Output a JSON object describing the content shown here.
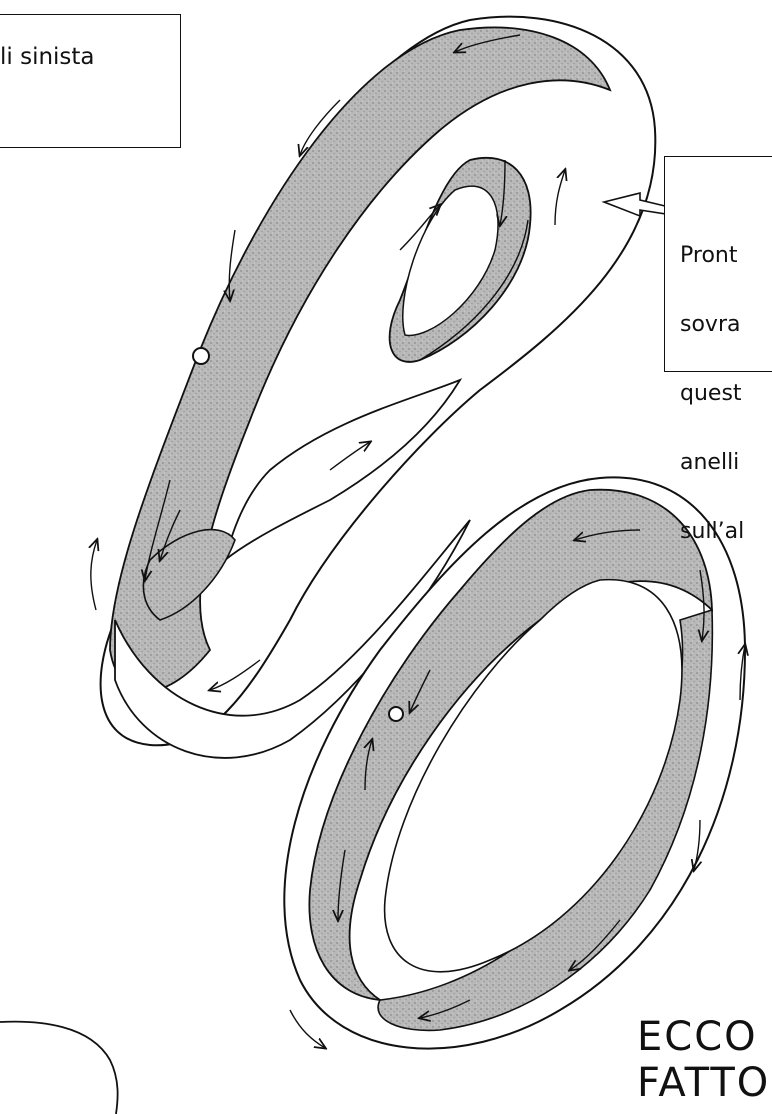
{
  "captions": {
    "top_left": "li sinista",
    "top_right": [
      "Pront",
      "sovra",
      "quest",
      "anelli",
      "sull’al"
    ],
    "bottom_right": [
      "ECCO",
      "FATTO"
    ]
  },
  "colors": {
    "band_shade": "#b3b3b3",
    "ink": "#111111",
    "paper": "#ffffff"
  },
  "icons": {
    "pointer": "hollow-arrow-icon",
    "direction": "arrow-icon"
  }
}
